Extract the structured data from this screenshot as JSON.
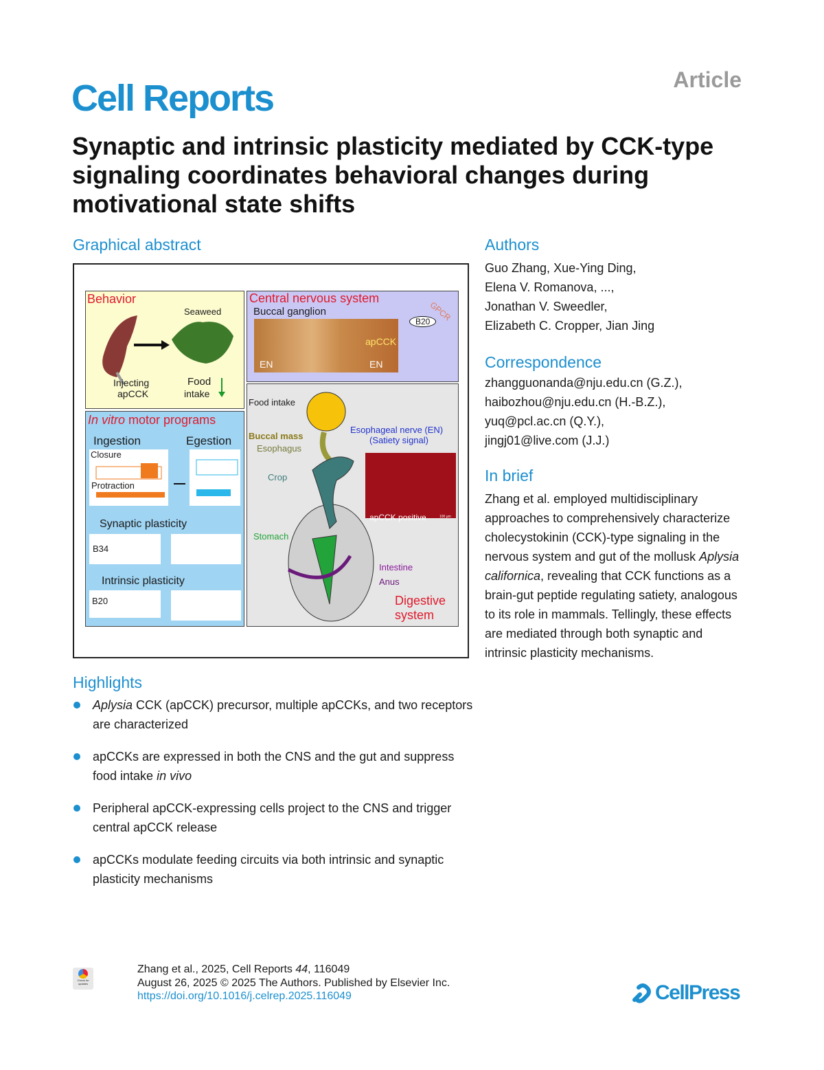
{
  "header": {
    "article_label": "Article",
    "journal": "Cell Reports"
  },
  "title": "Synaptic and intrinsic plasticity mediated by CCK-type signaling coordinates behavioral changes during motivational state shifts",
  "graphical_abstract": {
    "heading": "Graphical abstract",
    "behavior": {
      "title": "Behavior",
      "seaweed": "Seaweed",
      "injecting": "Injecting",
      "apcck": "apCCK",
      "food": "Food",
      "intake": "intake"
    },
    "cns": {
      "title": "Central nervous system",
      "ganglion": "Buccal ganglion",
      "gpcr": "GPCR",
      "b20": "B20",
      "apcck": "apCCK",
      "en1": "EN",
      "en2": "EN"
    },
    "vitro": {
      "title_italic": "In vitro",
      "title_rest": " motor programs",
      "ingestion": "Ingestion",
      "egestion": "Egestion",
      "closure": "Closure",
      "protraction": "Protraction",
      "synaptic": "Synaptic plasticity",
      "b34": "B34",
      "intrinsic": "Intrinsic plasticity",
      "b20": "B20"
    },
    "digestive": {
      "food_intake": "Food intake",
      "buccal_mass": "Buccal mass",
      "esophagus": "Esophagus",
      "en": "Esophageal nerve (EN)",
      "satiety": "(Satiety signal)",
      "crop": "Crop",
      "stomach": "Stomach",
      "intestine": "Intestine",
      "anus": "Anus",
      "positive": "apCCK positive",
      "scale": "100 µm",
      "title1": "Digestive",
      "title2": "system"
    }
  },
  "authors": {
    "heading": "Authors",
    "lines": [
      "Guo Zhang, Xue-Ying Ding,",
      "Elena V. Romanova, ...,",
      "Jonathan V. Sweedler,",
      "Elizabeth C. Cropper, Jian Jing"
    ]
  },
  "correspondence": {
    "heading": "Correspondence",
    "lines": [
      "zhangguonanda@nju.edu.cn (G.Z.),",
      "haibozhou@nju.edu.cn (H.-B.Z.),",
      "yuq@pcl.ac.cn (Q.Y.),",
      "jingj01@live.com (J.J.)"
    ]
  },
  "in_brief": {
    "heading": "In brief",
    "pre": "Zhang et al. employed multidisciplinary approaches to comprehensively characterize cholecystokinin (CCK)-type signaling in the nervous system and gut of the mollusk ",
    "species": "Aplysia californica",
    "post": ", revealing that CCK functions as a brain-gut peptide regulating satiety, analogous to its role in mammals. Tellingly, these effects are mediated through both synaptic and intrinsic plasticity mechanisms."
  },
  "highlights": {
    "heading": "Highlights",
    "items": [
      {
        "italic": "Aplysia",
        "text": " CCK (apCCK) precursor, multiple apCCKs, and two receptors are characterized"
      },
      {
        "text": "apCCKs are expressed in both the CNS and the gut and suppress food intake ",
        "italic_end": "in vivo"
      },
      {
        "text": "Peripheral apCCK-expressing cells project to the CNS and trigger central apCCK release"
      },
      {
        "text": "apCCKs modulate feeding circuits via both intrinsic and synaptic plasticity mechanisms"
      }
    ]
  },
  "footer": {
    "citation_pre": "Zhang et al., 2025, Cell Reports ",
    "volume": "44",
    "citation_post": ", 116049",
    "date_line": "August 26, 2025 © 2025 The Authors. Published by Elsevier Inc.",
    "doi": "https://doi.org/10.1016/j.celrep.2025.116049",
    "check_updates": "Check for updates",
    "publisher": "CellPress"
  }
}
